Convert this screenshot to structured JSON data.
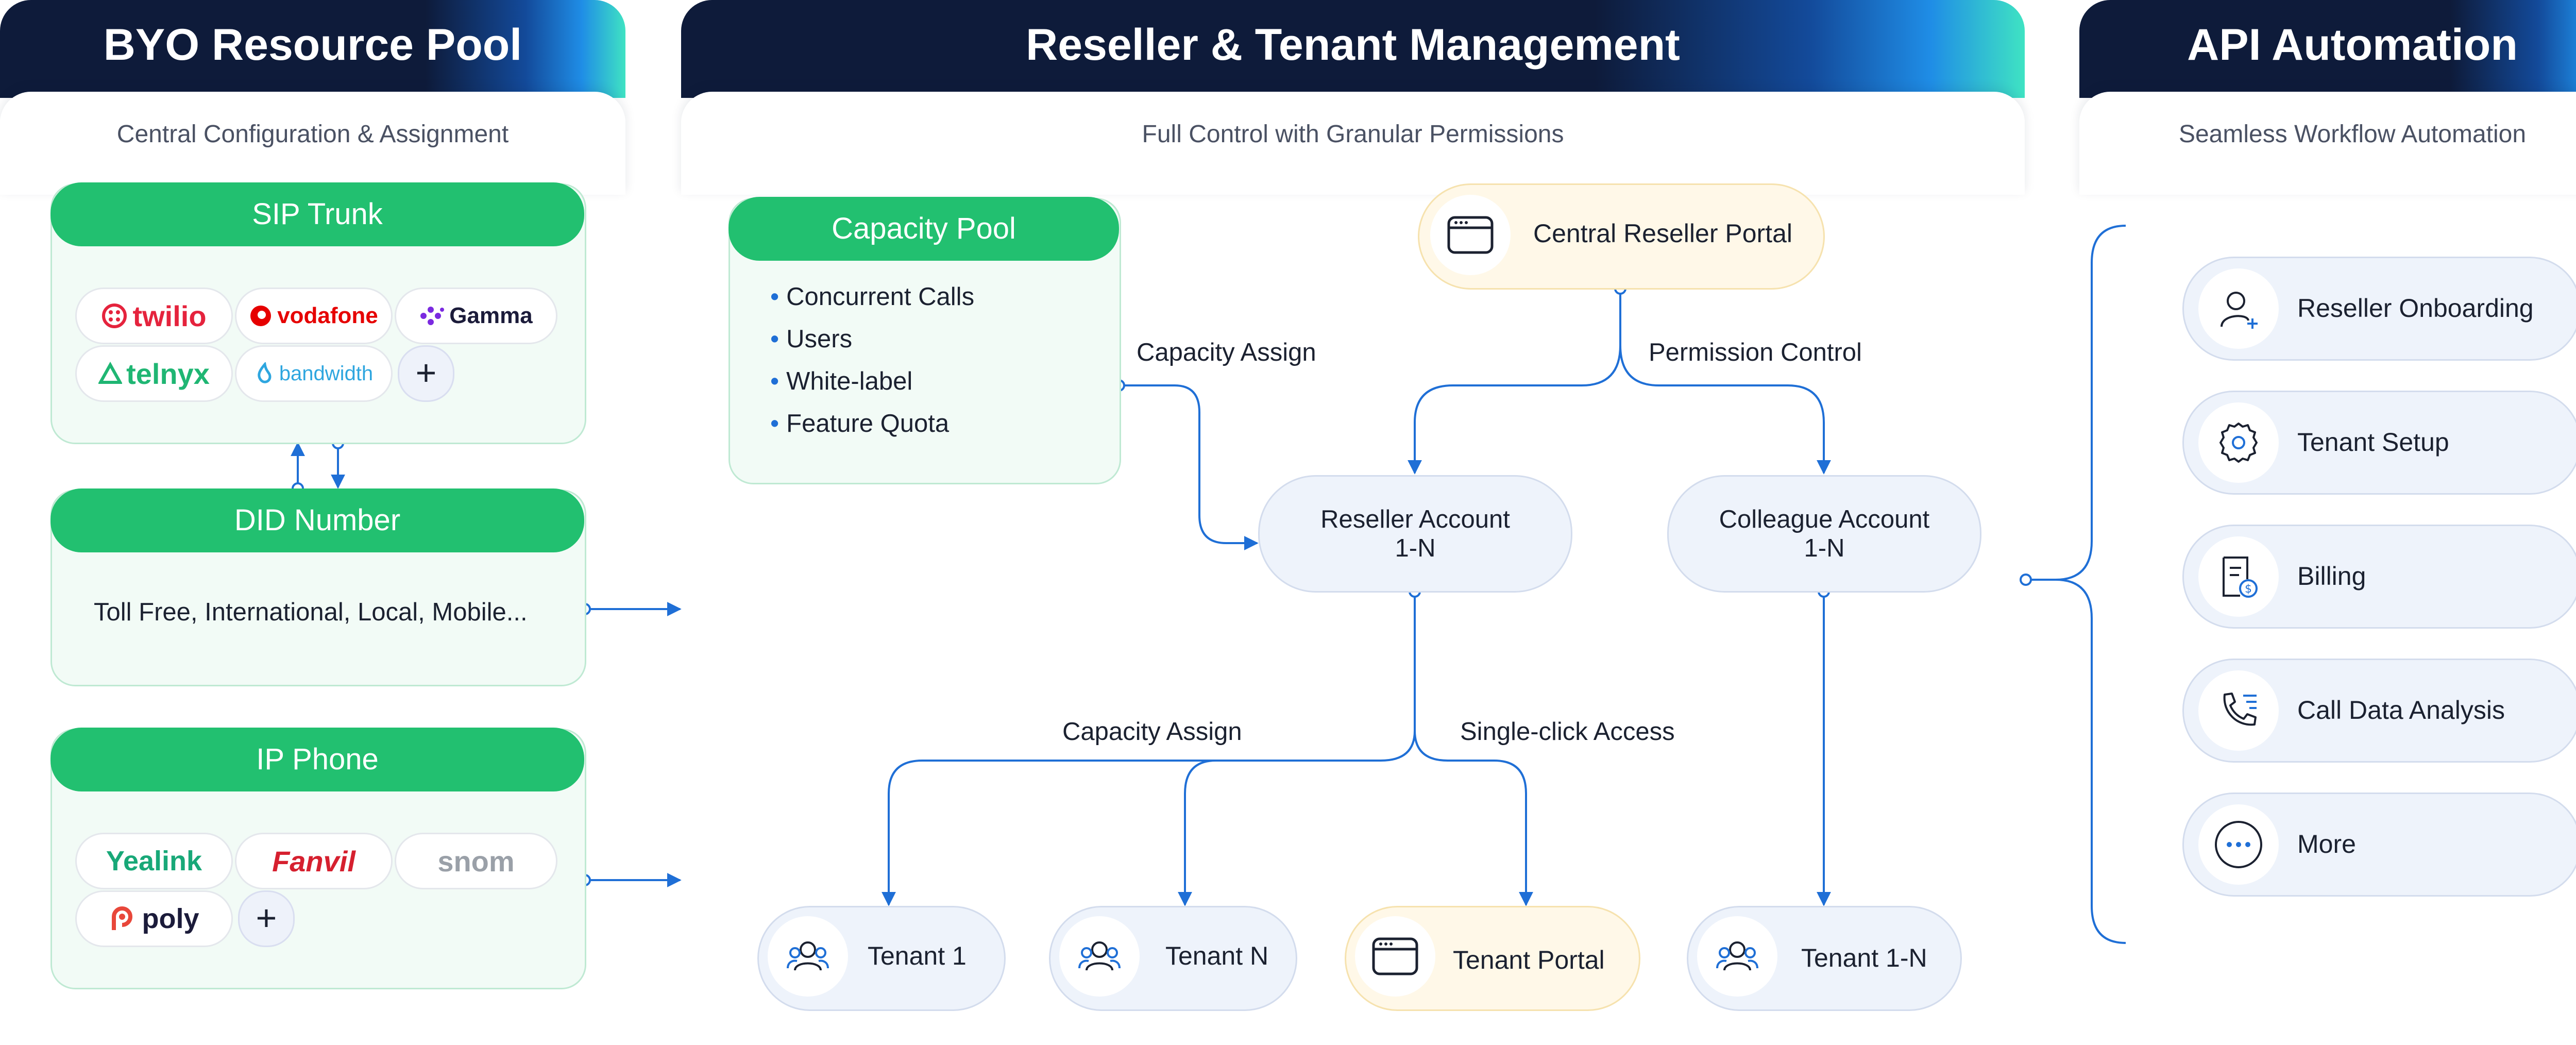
{
  "colors": {
    "green": "#22c070",
    "blue_line": "#1f6fd6",
    "navy": "#0e1b3a",
    "teal": "#3fe3c3"
  },
  "left_panel": {
    "title": "BYO Resource Pool",
    "subtitle": "Central Configuration & Assignment",
    "sip_trunk": {
      "label": "SIP Trunk",
      "logos": [
        "twilio",
        "vodafone",
        "Gamma",
        "telnyx",
        "bandwidth"
      ],
      "plus": "+"
    },
    "did_number": {
      "label": "DID Number",
      "text": "Toll Free, International, Local, Mobile..."
    },
    "ip_phone": {
      "label": "IP Phone",
      "logos": [
        "Yealink",
        "Fanvil",
        "snom",
        "poly"
      ],
      "plus": "+"
    }
  },
  "middle_panel": {
    "title": "Reseller & Tenant Management",
    "subtitle": "Full Control with Granular Permissions",
    "capacity_pool": {
      "label": "Capacity Pool",
      "items": [
        "Concurrent Calls",
        "Users",
        "White-label",
        "Feature Quota"
      ]
    },
    "central_portal": "Central Reseller Portal",
    "reseller_account": {
      "line1": "Reseller Account",
      "line2": "1-N"
    },
    "colleague_account": {
      "line1": "Colleague Account",
      "line2": "1-N"
    },
    "edges": {
      "capacity_assign_top": "Capacity Assign",
      "permission_control": "Permission Control",
      "capacity_assign_bottom": "Capacity Assign",
      "single_click": "Single-click Access"
    },
    "tenants": {
      "t1": "Tenant 1",
      "tn": "Tenant N",
      "portal": "Tenant Portal",
      "t1n": "Tenant 1-N"
    }
  },
  "right_panel": {
    "title": "API Automation",
    "subtitle": "Seamless Workflow Automation",
    "items": [
      {
        "label": "Reseller Onboarding",
        "icon": "user-add-icon"
      },
      {
        "label": "Tenant Setup",
        "icon": "gear-icon"
      },
      {
        "label": "Billing",
        "icon": "invoice-icon"
      },
      {
        "label": "Call Data Analysis",
        "icon": "phone-data-icon"
      },
      {
        "label": "More",
        "icon": "more-icon"
      }
    ]
  }
}
